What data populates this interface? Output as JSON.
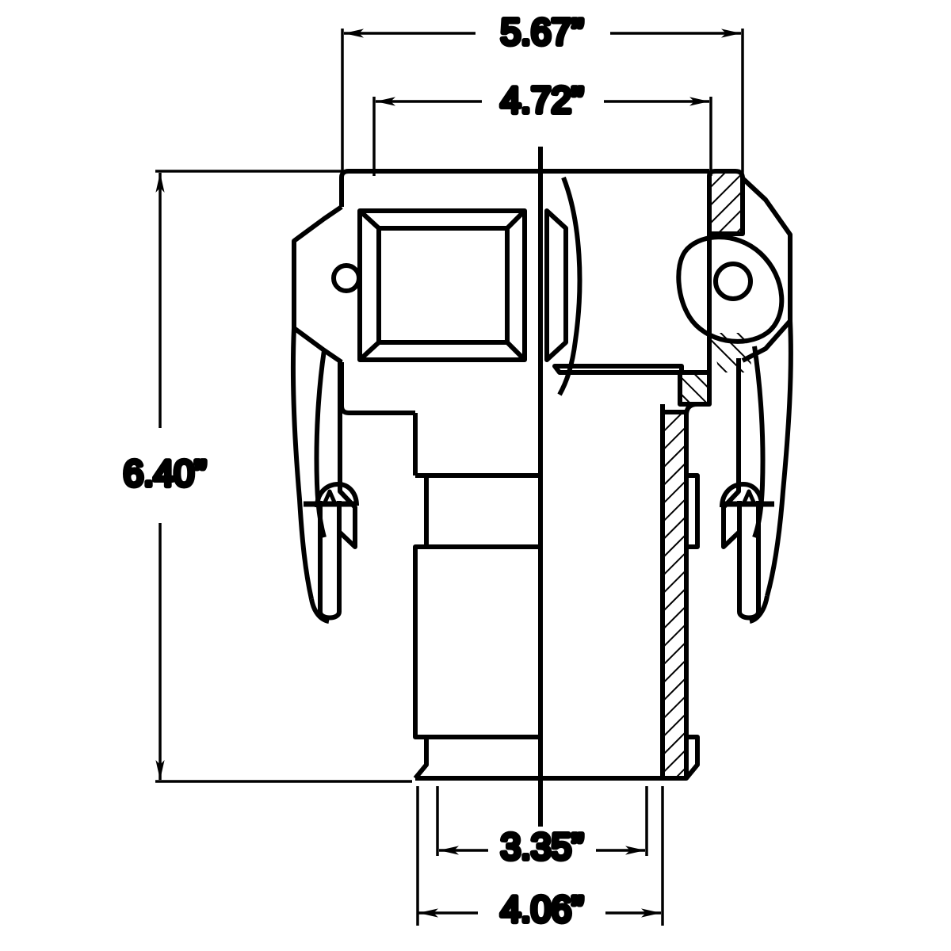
{
  "drawing": {
    "title": "Camlock Coupler Type C Dimensional Drawing",
    "description": "Cross-sectioned engineering line drawing of a cam and groove hose coupler with two cam arms and a hose shank barb",
    "units": "inches",
    "line_color": "#000000",
    "background_color": "#ffffff"
  },
  "dimensions": {
    "overall_width": {
      "label": "5.67”",
      "value": 5.67,
      "position": "top-outer",
      "description": "Overall width across cam arm bosses"
    },
    "body_width": {
      "label": "4.72”",
      "value": 4.72,
      "position": "top-inner",
      "description": "Coupler body outside diameter"
    },
    "overall_height": {
      "label": "6.40”",
      "value": 6.4,
      "position": "left",
      "description": "Overall height from coupler face to shank end"
    },
    "barb_inner": {
      "label": "3.35”",
      "value": 3.35,
      "position": "bottom-inner",
      "description": "Hose shank inside diameter"
    },
    "barb_outer": {
      "label": "4.06”",
      "value": 4.06,
      "position": "bottom-outer",
      "description": "Hose shank outside diameter"
    }
  },
  "components": {
    "left_cam_arm": "left-cam-arm",
    "right_cam_arm": "right-cam-arm",
    "coupler_body": "coupler-body",
    "hose_shank": "hose-shank",
    "gasket": "gasket-seal",
    "centerline": "centerline"
  }
}
